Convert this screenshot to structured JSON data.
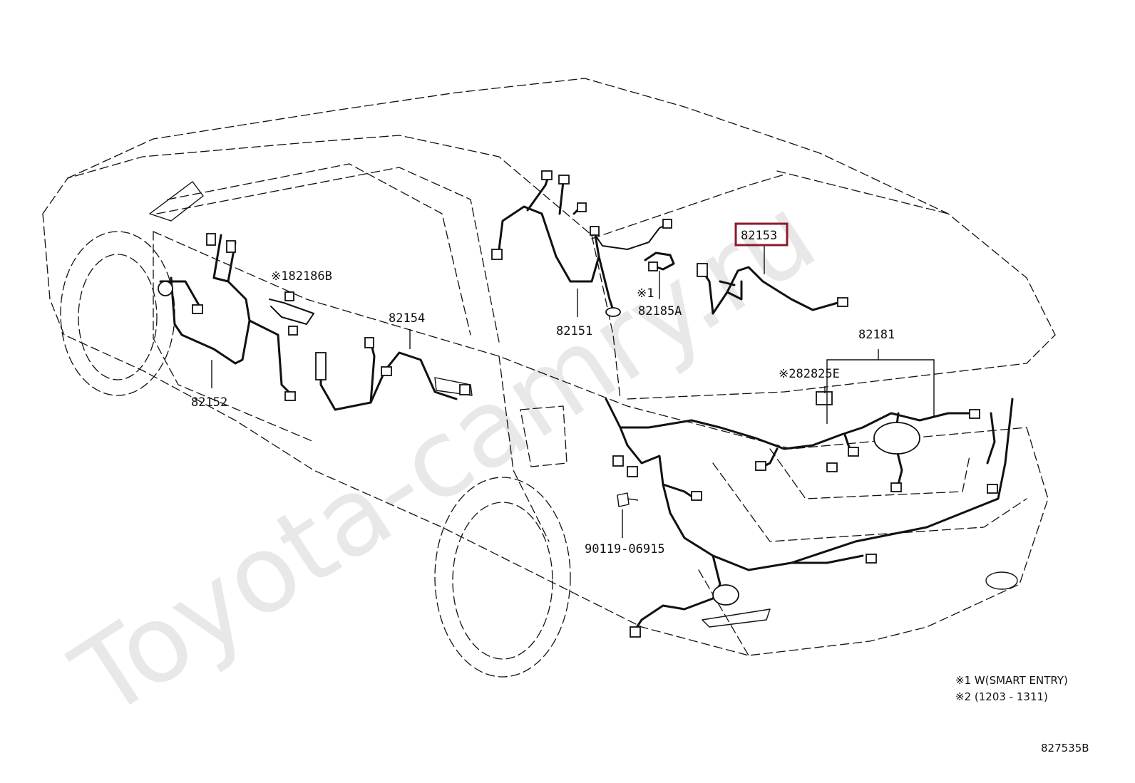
{
  "diagram_code": "827535B",
  "watermark": "Toyota-camry.ru",
  "highlight_color": "#8b1a2b",
  "parts": {
    "p82152": "82152",
    "p82186b": "※182186B",
    "p82154": "82154",
    "p82151": "82151",
    "p82185a_mark": "※1",
    "p82185a": "82185A",
    "p82153": "82153",
    "p82181": "82181",
    "p82825e": "※282825E",
    "p90119": "90119-06915"
  },
  "footnotes": [
    "※1 W(SMART ENTRY)",
    "※2 (1203 - 1311)"
  ]
}
